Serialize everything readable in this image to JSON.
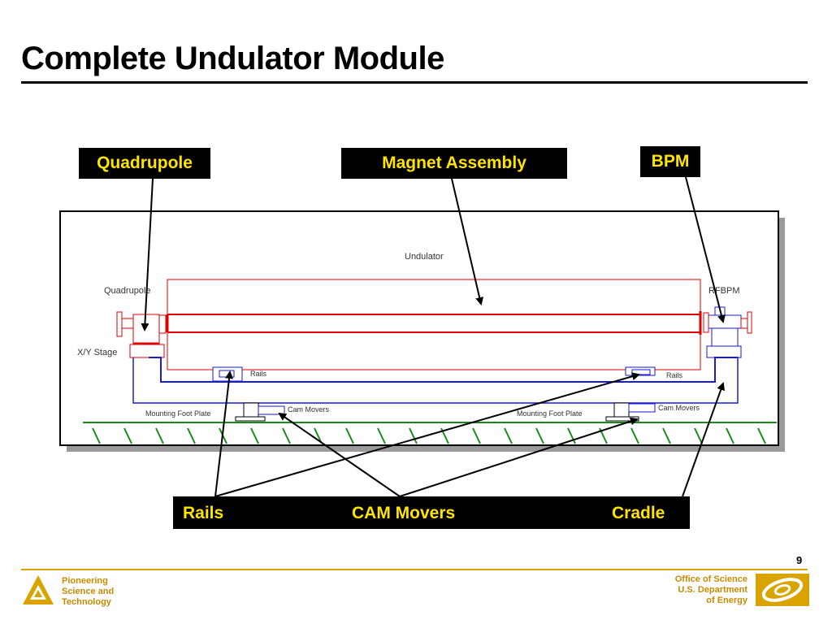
{
  "slide": {
    "title": "Complete Undulator Module",
    "page_number": "9"
  },
  "callouts": {
    "quadrupole": "Quadrupole",
    "magnet_assembly": "Magnet Assembly",
    "bpm": "BPM",
    "rails": "Rails",
    "cam_movers": "CAM Movers",
    "cradle": "Cradle"
  },
  "diagram_labels": {
    "undulator": "Undulator",
    "quadrupole": "Quadrupole",
    "xy_stage": "X/Y Stage",
    "rfbpm": "RFBPM",
    "rails_left": "Rails",
    "rails_right": "Rails",
    "cam_movers_left": "Cam Movers",
    "cam_movers_right": "Cam Movers",
    "mounting_foot_plate_left": "Mounting Foot Plate",
    "mounting_foot_plate_right": "Mounting Foot Plate"
  },
  "footer": {
    "left_line1": "Pioneering",
    "left_line2": "Science and",
    "left_line3": "Technology",
    "right_line1": "Office of Science",
    "right_line2": "U.S. Department",
    "right_line3": "of Energy"
  },
  "colors": {
    "callout_bg": "#000000",
    "callout_text": "#ffe400",
    "magnet_red": "#e00000",
    "cradle_blue": "#1a1adc",
    "ground_green": "#1a8a1a",
    "footer_gold": "#c98a00"
  }
}
